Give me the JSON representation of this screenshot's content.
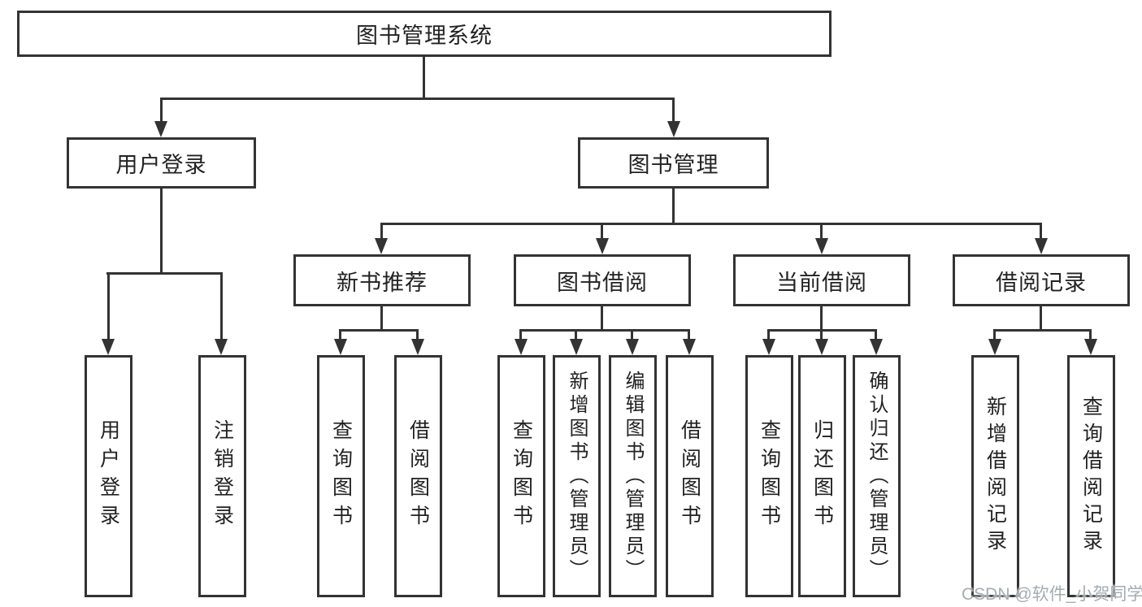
{
  "diagram": {
    "root": {
      "label": "图书管理系统"
    },
    "level1": [
      {
        "label": "用户登录"
      },
      {
        "label": "图书管理"
      }
    ],
    "level2": [
      {
        "label": "新书推荐"
      },
      {
        "label": "图书借阅"
      },
      {
        "label": "当前借阅"
      },
      {
        "label": "借阅记录"
      }
    ],
    "leaves": {
      "user_login": [
        {
          "label": "用户登录"
        },
        {
          "label": "注销登录"
        }
      ],
      "new_book": [
        {
          "label": "查询图书"
        },
        {
          "label": "借阅图书"
        }
      ],
      "book_borrow": [
        {
          "label": "查询图书"
        },
        {
          "label": "新增图书（管理员）"
        },
        {
          "label": "编辑图书（管理员）"
        },
        {
          "label": "借阅图书"
        }
      ],
      "current_borrow": [
        {
          "label": "查询图书"
        },
        {
          "label": "归还图书"
        },
        {
          "label": "确认归还（管理员）"
        }
      ],
      "borrow_record": [
        {
          "label": "新增借阅记录"
        },
        {
          "label": "查询借阅记录"
        }
      ]
    }
  },
  "colors": {
    "line": "#333333",
    "text": "#222222",
    "background": "#ffffff",
    "watermark": "#a7abb2"
  },
  "watermark": {
    "text": "CSDN @软件_小贺同学"
  }
}
